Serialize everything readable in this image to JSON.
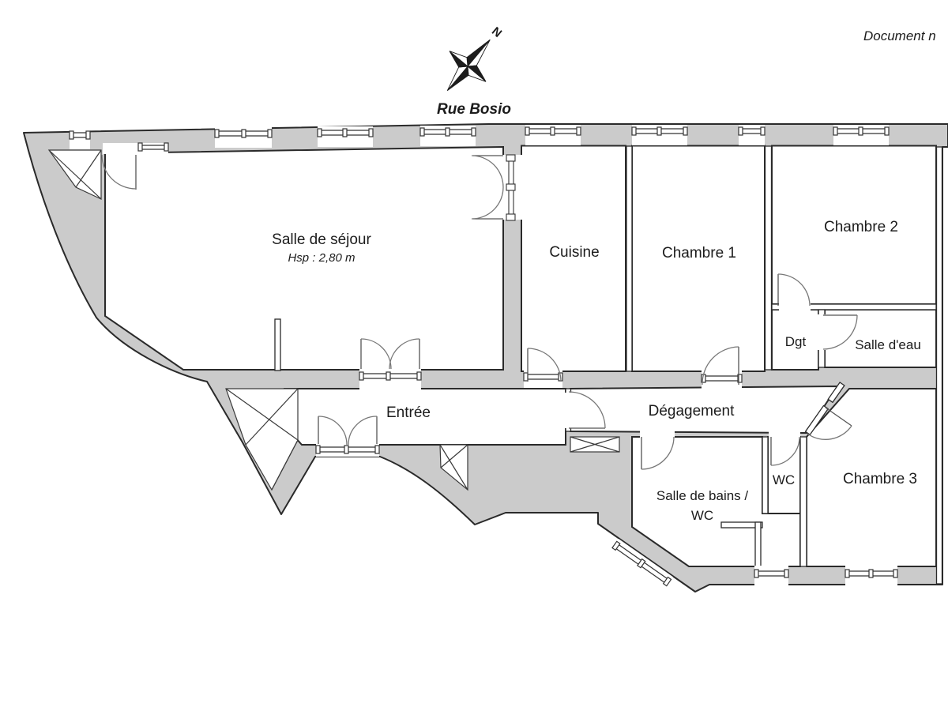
{
  "meta": {
    "document_note": "Document n",
    "street_name": "Rue Bosio",
    "compass_north": "N"
  },
  "rooms": {
    "sejour": {
      "name": "Salle de séjour",
      "ceiling_height": "Hsp : 2,80 m"
    },
    "cuisine": {
      "name": "Cuisine"
    },
    "chambre1": {
      "name": "Chambre 1"
    },
    "chambre2": {
      "name": "Chambre 2"
    },
    "dgt": {
      "name": "Dgt"
    },
    "salle_deau": {
      "name": "Salle d'eau"
    },
    "entree": {
      "name": "Entrée"
    },
    "degagement": {
      "name": "Dégagement"
    },
    "salle_de_bains": {
      "name_line1": "Salle de bains /",
      "name_line2": "WC"
    },
    "wc": {
      "name": "WC"
    },
    "chambre3": {
      "name": "Chambre 3"
    }
  },
  "colors": {
    "wall_fill": "#cbcbcb",
    "outline": "#2a2a2a",
    "door_arc": "#777777"
  }
}
